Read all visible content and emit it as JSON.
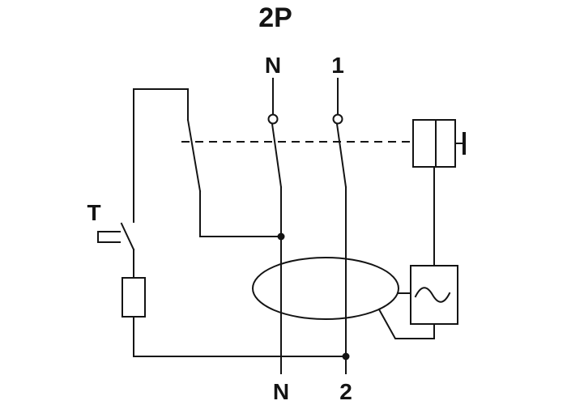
{
  "title": "2P",
  "colors": {
    "stroke": "#141414",
    "background": "#ffffff"
  },
  "terminals": {
    "top": [
      {
        "label": "N"
      },
      {
        "label": "1"
      }
    ],
    "bottom": [
      {
        "label": "N"
      },
      {
        "label": "2"
      }
    ]
  },
  "test_button": {
    "label": "T"
  }
}
